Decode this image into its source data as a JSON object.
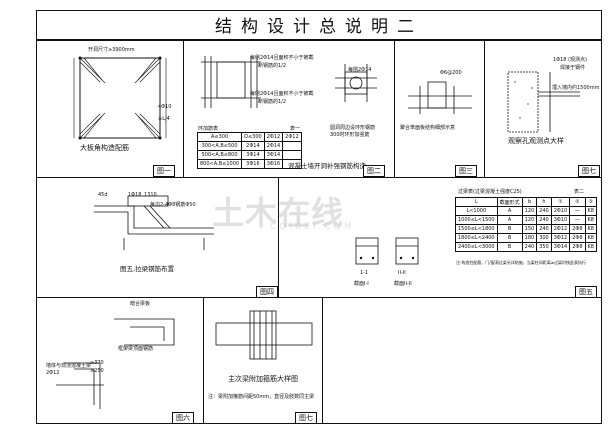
{
  "title": "结构设计总说明二",
  "figures": {
    "fig1": {
      "label": "图一",
      "caption": "大板角构造配筋",
      "dim_top": "开洞尺寸≥3900mm",
      "dim_side": "4Φ10",
      "dim_side2": "≥L/4"
    },
    "fig2": {
      "label": "图二",
      "caption": "混凝土墙开洞补强钢筋构造",
      "note_a": "每侧2Φ14且面积不小于被截",
      "note_a2": "断钢筋的1/2",
      "note_b": "每侧2Φ14且面积不小于被截",
      "note_b2": "断钢筋的1/2",
      "note_c": "每侧2Φ14",
      "note_d": "圆洞周边设环形钢筋",
      "note_e": "300时环形加强筋",
      "table_title": "环加筋表",
      "table_header": "表一",
      "table_rows": [
        [
          "A≤300",
          "D≤300",
          "2Φ12",
          "2Φ12"
        ],
        [
          "300<A,B≤500",
          "2Φ14",
          "2Φ14",
          ""
        ],
        [
          "500<A,B≤800",
          "3Φ14",
          "3Φ14",
          ""
        ],
        [
          "800<A,B≤1000",
          "3Φ16",
          "3Φ16",
          ""
        ]
      ]
    },
    "fig3": {
      "label": "图三",
      "note": "聚合苯面板结构细部示意",
      "dim": "Φ6@200"
    },
    "fig4": {
      "label": "图七",
      "caption": "观察孔观测点大样",
      "note1": "1Φ18 (观测点)",
      "note2": "焊接于钢件",
      "note3": "埋入墙内约1500mm"
    },
    "fig5": {
      "label": "图四",
      "caption": "图五,拉梁钢筋布置",
      "note1": "45d",
      "note2": "1Φ18",
      "note3": "1310",
      "note4": "每边2-4Φ8钢筋Φ50"
    },
    "fig6": {
      "label": "图五",
      "table_title": "过梁表(过梁混凝土强度C25)",
      "table_no": "表二",
      "headers": [
        "L",
        "截面形式",
        "b",
        "h",
        "①",
        "②",
        "③"
      ],
      "rows": [
        [
          "L<1000",
          "A",
          "120",
          "240",
          "2Φ10",
          "—",
          "K8"
        ],
        [
          "1000≤L<1500",
          "A",
          "120",
          "240",
          "3Φ10",
          "—",
          "K8"
        ],
        [
          "1500≤L<1800",
          "B",
          "150",
          "240",
          "2Φ12",
          "2Φ8",
          "K8"
        ],
        [
          "1800≤L<2400",
          "B",
          "180",
          "300",
          "3Φ12",
          "2Φ8",
          "K8"
        ],
        [
          "2400≤L<3000",
          "B",
          "240",
          "350",
          "3Φ14",
          "2Φ8",
          "K8"
        ]
      ],
      "note": "注:构造柱配筋、门/窗洞过梁另详结施，当梁柱间距离≥过梁时按此表执行",
      "sec_a": "截面I-I",
      "sec_b": "截面II-II",
      "lab_a": "1-1",
      "lab_b": "II-II"
    },
    "fig7": {
      "label": "图六",
      "note1": "暗合梁板",
      "note2": "框架梁顶面钢筋",
      "note3": "≥370",
      "note4": "≥250",
      "note5": "墙体与现浇混凝土梁",
      "note6": "2Φ12"
    },
    "fig8": {
      "label": "图七",
      "caption": "主次梁附加箍筋大样图",
      "note": "注：梁附加箍筋间距50mm，直径及肢数同主梁"
    }
  },
  "watermark": {
    "main": "土木在线",
    "sub": "COIBEI.COM"
  }
}
